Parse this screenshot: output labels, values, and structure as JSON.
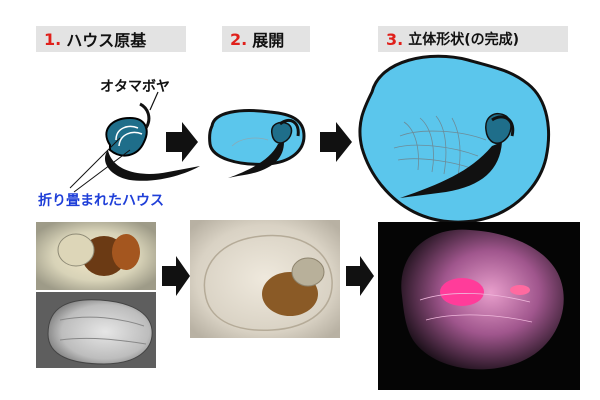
{
  "steps": [
    {
      "number": "1.",
      "label": "ハウス原基"
    },
    {
      "number": "2.",
      "label": "展開"
    },
    {
      "number": "3.",
      "label": "立体形状(の完成)"
    }
  ],
  "annotations": {
    "organism": "オタマボヤ",
    "folded_house": "折り畳まれたハウス"
  },
  "colors": {
    "step_number": "#e0201b",
    "folded_label": "#1f3fd8",
    "house_fill": "#5bc6ec",
    "tadpole": "#1f6e8a",
    "label_bg": "#e3e3e3"
  }
}
